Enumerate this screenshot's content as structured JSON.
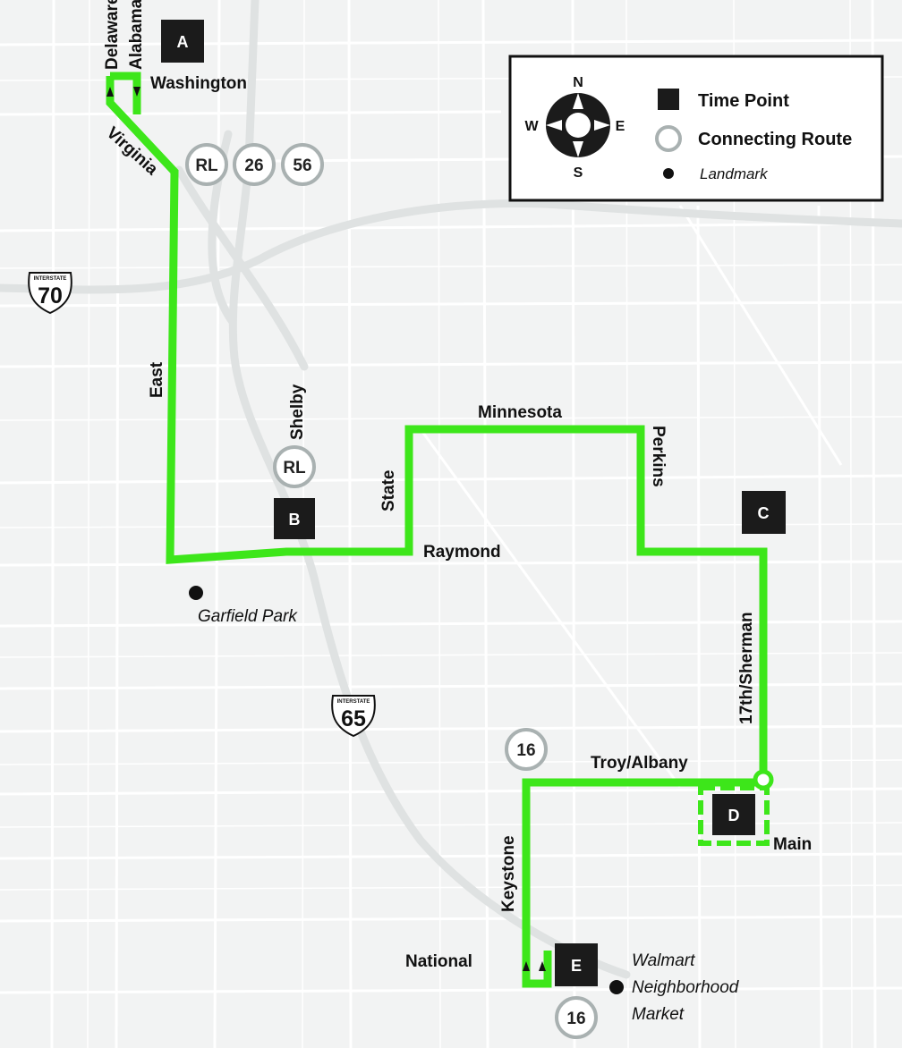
{
  "colors": {
    "route": "#3de61a",
    "street": "#ffffff",
    "highway": "#dfe2e2",
    "ring": "#a9b1b1",
    "timepoint": "#1b1b1b"
  },
  "streets": {
    "delaware": "Delaware",
    "alabama": "Alabama",
    "washington": "Washington",
    "virginia": "Virginia",
    "east": "East",
    "shelby": "Shelby",
    "state": "State",
    "minnesota": "Minnesota",
    "perkins": "Perkins",
    "raymond": "Raymond",
    "sherman": "17th/Sherman",
    "troy": "Troy/Albany",
    "main": "Main",
    "keystone": "Keystone",
    "national": "National"
  },
  "landmarks": {
    "garfield": "Garfield Park",
    "walmart": [
      "Walmart",
      "Neighborhood",
      "Market"
    ]
  },
  "timepoints": {
    "a": "A",
    "b": "B",
    "c": "C",
    "d": "D",
    "e": "E"
  },
  "routes": {
    "rl": "RL",
    "r26": "26",
    "r56": "56",
    "r16": "16"
  },
  "interstates": {
    "i70": "70",
    "i65": "65",
    "shield_word": "INTERSTATE"
  },
  "legend": {
    "time_point": "Time Point",
    "connecting_route": "Connecting Route",
    "landmark": "Landmark"
  },
  "compass": {
    "n": "N",
    "s": "S",
    "e": "E",
    "w": "W"
  }
}
